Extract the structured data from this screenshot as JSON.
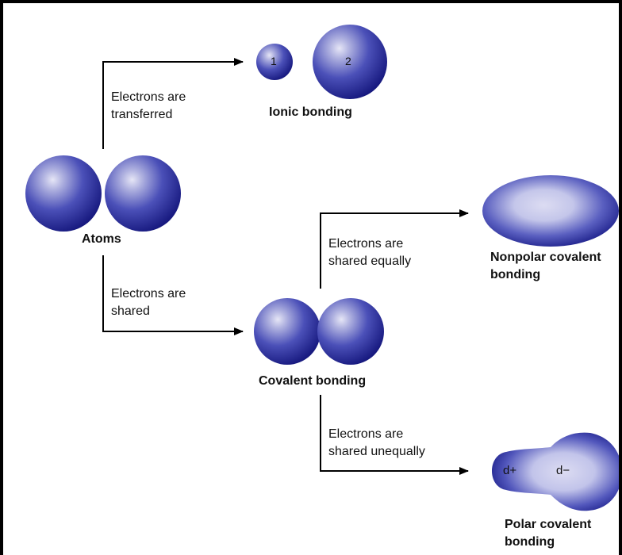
{
  "labels": {
    "transferred": [
      "Electrons are",
      "transferred"
    ],
    "shared": [
      "Electrons are",
      "shared"
    ],
    "shared_equally": [
      "Electrons are",
      "shared equally"
    ],
    "shared_unequally": [
      "Electrons are",
      "shared unequally"
    ]
  },
  "captions": {
    "ionic": "Ionic bonding",
    "atoms": "Atoms",
    "covalent": "Covalent bonding",
    "nonpolar": [
      "Nonpolar covalent",
      "bonding"
    ],
    "polar": [
      "Polar covalent",
      "bonding"
    ]
  },
  "ion_numbers": [
    "1",
    "2"
  ],
  "charges": {
    "left": "d+",
    "right": "d−"
  },
  "colors": {
    "atom_dark": "#1c1f8a",
    "atom_mid": "#3a3fae",
    "atom_light": "#dcdcf2",
    "arrow": "#000000"
  }
}
